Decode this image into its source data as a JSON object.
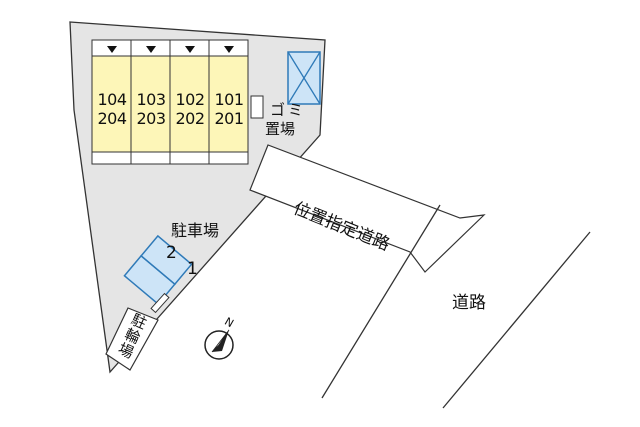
{
  "units": [
    {
      "upper": "104",
      "lower": "204"
    },
    {
      "upper": "103",
      "lower": "203"
    },
    {
      "upper": "102",
      "lower": "202"
    },
    {
      "upper": "101",
      "lower": "201"
    }
  ],
  "labels": {
    "garbage_line1": "ゴミ",
    "garbage_line2": "置場",
    "parking": "駐車場",
    "bicycle_parking": "駐輪場",
    "designated_road": "位置指定道路",
    "road": "道路",
    "north": "N"
  },
  "parking_slots": [
    "2",
    "1"
  ],
  "colors": {
    "building_fill": "#fdf6b8",
    "lot_fill": "#e5e5e5",
    "parking_fill": "#cde4f7",
    "parking_stroke": "#2f7ab8",
    "garbage_stroke": "#2f7ab8"
  }
}
